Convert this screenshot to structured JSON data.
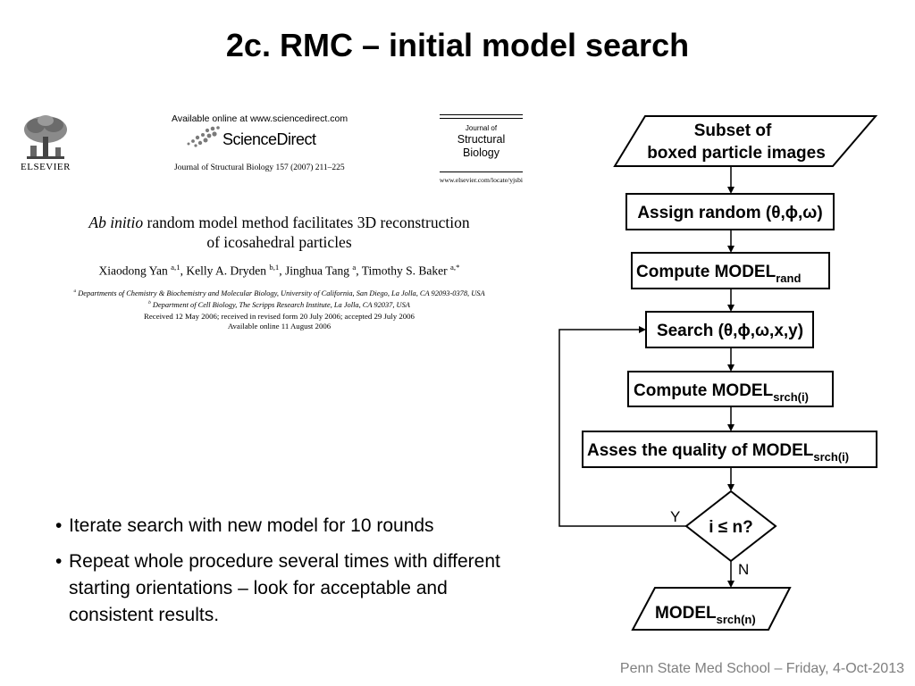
{
  "title": "2c. RMC – initial model search",
  "paper": {
    "publisher": "ELSEVIER",
    "available_online": "Available online at www.sciencedirect.com",
    "sciencedirect": "ScienceDirect",
    "citation": "Journal of Structural Biology 157 (2007) 211–225",
    "journal_small": "Journal of",
    "journal_line1": "Structural",
    "journal_line2": "Biology",
    "journal_url": "www.elsevier.com/locate/yjsbi",
    "title_italic": "Ab initio",
    "title_rest": " random model method facilitates 3D reconstruction",
    "title_line2": "of icosahedral particles",
    "authors": [
      {
        "name": "Xiaodong Yan",
        "sup": "a,1"
      },
      {
        "name": "Kelly A. Dryden",
        "sup": "b,1"
      },
      {
        "name": "Jinghua Tang",
        "sup": "a"
      },
      {
        "name": "Timothy S. Baker",
        "sup": "a,*"
      }
    ],
    "affiliation_a": "Departments of Chemistry & Biochemistry and Molecular Biology, University of California, San Diego, La Jolla, CA 92093-0378, USA",
    "affiliation_b": "Department of Cell Biology, The Scripps Research Institute, La Jolla, CA 92037, USA",
    "affiliation_a_mark": "a",
    "affiliation_b_mark": "b",
    "received": "Received 12 May 2006; received in revised form 20 July 2006; accepted 29 July 2006",
    "available": "Available online 11 August 2006"
  },
  "bullets": [
    "Iterate search with new model for 10 rounds",
    "Repeat whole procedure several times with different starting orientations – look for acceptable and consistent results."
  ],
  "bullet_char": "•",
  "flowchart": {
    "subset_line1": "Subset of",
    "subset_line2": "boxed particle images",
    "assign": "Assign random (θ,ϕ,ω)",
    "compute_rand": "Compute MODEL",
    "compute_rand_sub": "rand",
    "search": "Search (θ,ϕ,ω,x,y)",
    "compute_srch": "Compute MODEL",
    "compute_srch_sub": "srch(i)",
    "assess": "Asses the quality of MODEL",
    "assess_sub": "srch(i)",
    "decision": "i ≤ n?",
    "yes": "Y",
    "no": "N",
    "final": "MODEL",
    "final_sub": "srch(n)"
  },
  "footer": "Penn State Med School – Friday, 4-Oct-2013"
}
